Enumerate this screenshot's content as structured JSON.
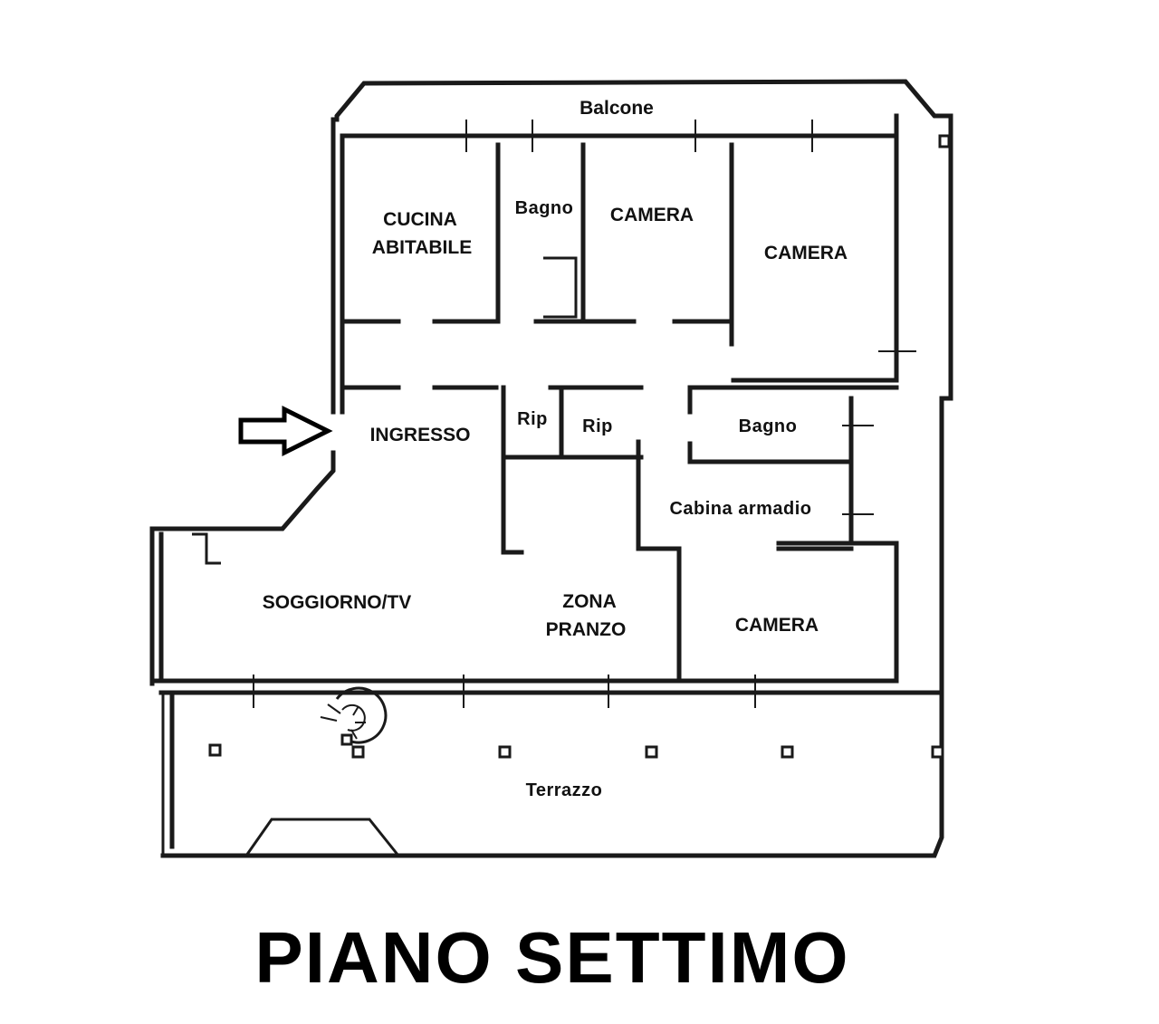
{
  "title": "PIANO SETTIMO",
  "rooms": {
    "balcone": "Balcone",
    "cucina_1": "CUCINA",
    "cucina_2": "ABITABILE",
    "bagno_top": "Bagno",
    "camera_1": "CAMERA",
    "camera_2": "CAMERA",
    "rip_1": "Rip",
    "rip_2": "Rip",
    "bagno_right": "Bagno",
    "ingresso": "INGRESSO",
    "cabina": "Cabina armadio",
    "soggiorno": "SOGGIORNO/TV",
    "zona_1": "ZONA",
    "zona_2": "PRANZO",
    "camera_3": "CAMERA",
    "terrazzo": "Terrazzo"
  },
  "icons": {
    "entrance": "arrow-right-icon",
    "stair": "spiral-staircase-icon"
  }
}
